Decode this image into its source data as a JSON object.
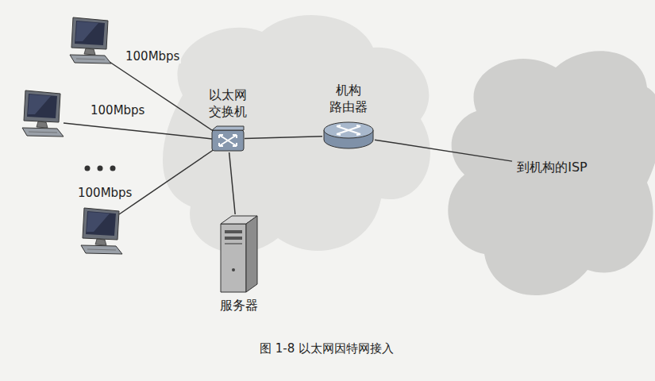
{
  "diagram": {
    "caption": "图 1-8 以太网因特网接入",
    "nodes": [
      {
        "text": [
          "以太网 交换机"
        ]
      },
      {
        "text": [
          "机构 路由器"
        ]
      },
      {
        "text": [
          "服务器"
        ]
      },
      {
        "text": [
          "到机构的ISP"
        ]
      }
    ],
    "edges": [
      {
        "from": 0,
        "to": 1,
        "arrow": "none"
      },
      {
        "from": 1,
        "to": 3,
        "arrow": "none"
      },
      {
        "from": 0,
        "to": 2,
        "arrow": "none"
      }
    ],
    "labels": [
      "100Mbps",
      "100Mbps",
      "100Mbps"
    ]
  }
}
